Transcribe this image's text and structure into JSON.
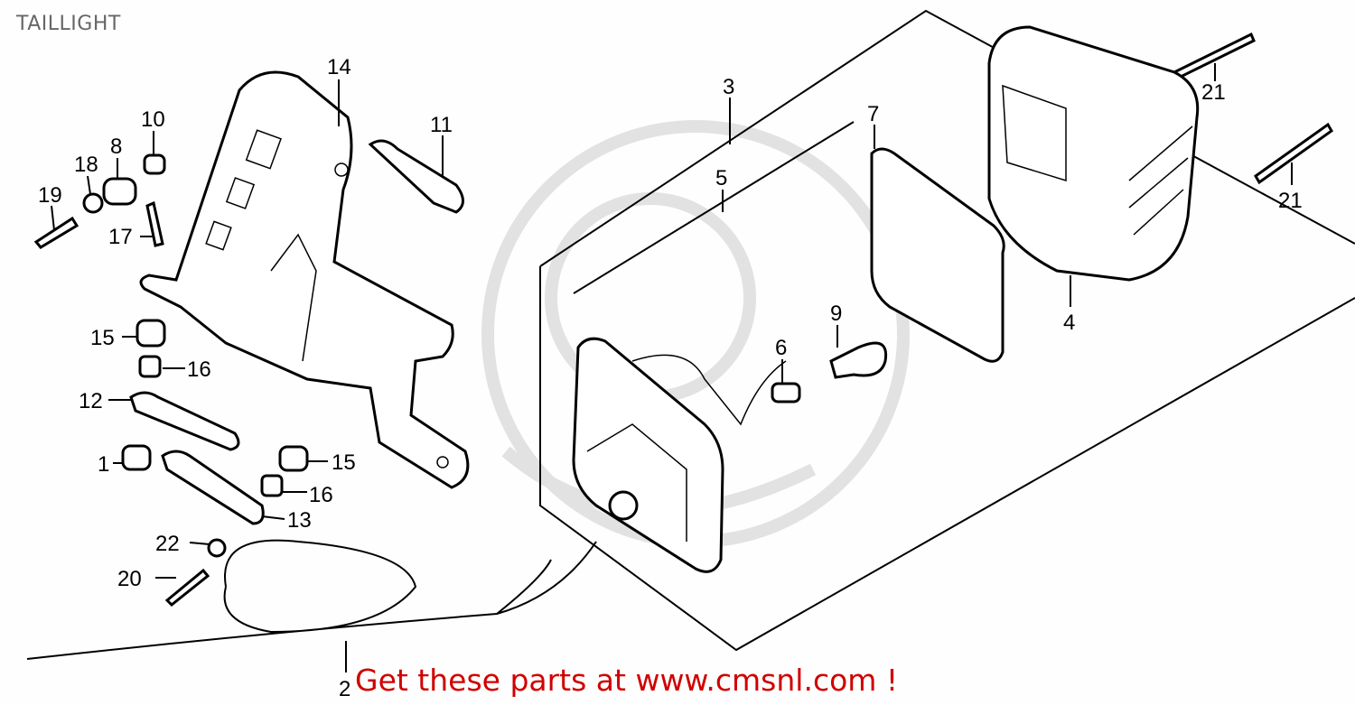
{
  "title": "TAILLIGHT",
  "promo": "Get these parts at www.cmsnl.com !",
  "watermark": "cmsnl",
  "callouts": {
    "c14": "14",
    "c10": "10",
    "c8": "8",
    "c18": "18",
    "c19": "19",
    "c17": "17",
    "c11": "11",
    "c3": "3",
    "c7": "7",
    "c5": "5",
    "c21a": "21",
    "c21b": "21",
    "c4": "4",
    "c9": "9",
    "c6": "6",
    "c15a": "15",
    "c16a": "16",
    "c12": "12",
    "c1": "1",
    "c15b": "15",
    "c16b": "16",
    "c13": "13",
    "c22": "22",
    "c20": "20",
    "c2": "2"
  }
}
